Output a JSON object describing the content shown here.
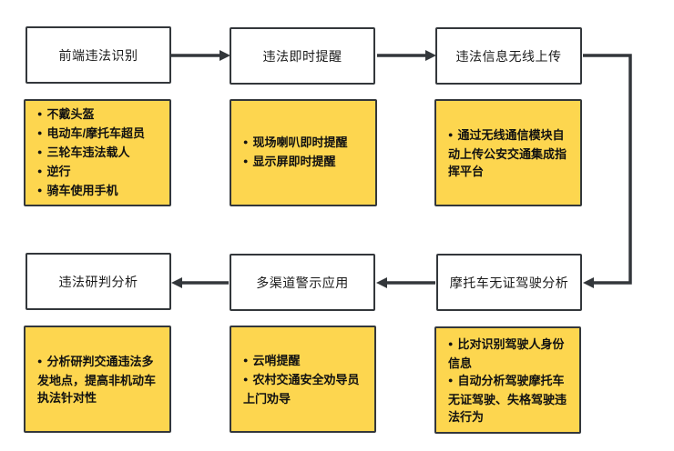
{
  "colors": {
    "background": "#ffffff",
    "border": "#33373b",
    "arrow": "#33373b",
    "panelFill": "#fdd64f",
    "boxFill": "#ffffff",
    "text": "#1a1a1a"
  },
  "flow": {
    "steps": [
      {
        "title": "前端违法识别",
        "bullets": [
          "不戴头盔",
          "电动车/摩托车超员",
          "三轮车违法载人",
          "逆行",
          "骑车使用手机"
        ]
      },
      {
        "title": "违法即时提醒",
        "bullets": [
          "现场喇叭即时提醒",
          "显示屏即时提醒"
        ]
      },
      {
        "title": "违法信息无线上传",
        "bullets": [
          "通过无线通信模块自动上传公安交通集成指挥平台"
        ]
      },
      {
        "title": "摩托车无证驾驶分析",
        "bullets": [
          "比对识别驾驶人身份信息",
          "自动分析驾驶摩托车无证驾驶、失格驾驶违法行为"
        ]
      },
      {
        "title": "多渠道警示应用",
        "bullets": [
          "云哨提醒",
          "农村交通安全劝导员上门劝导"
        ]
      },
      {
        "title": "违法研判分析",
        "bullets": [
          "分析研判交通违法多发地点，提高非机动车执法针对性"
        ]
      }
    ]
  }
}
